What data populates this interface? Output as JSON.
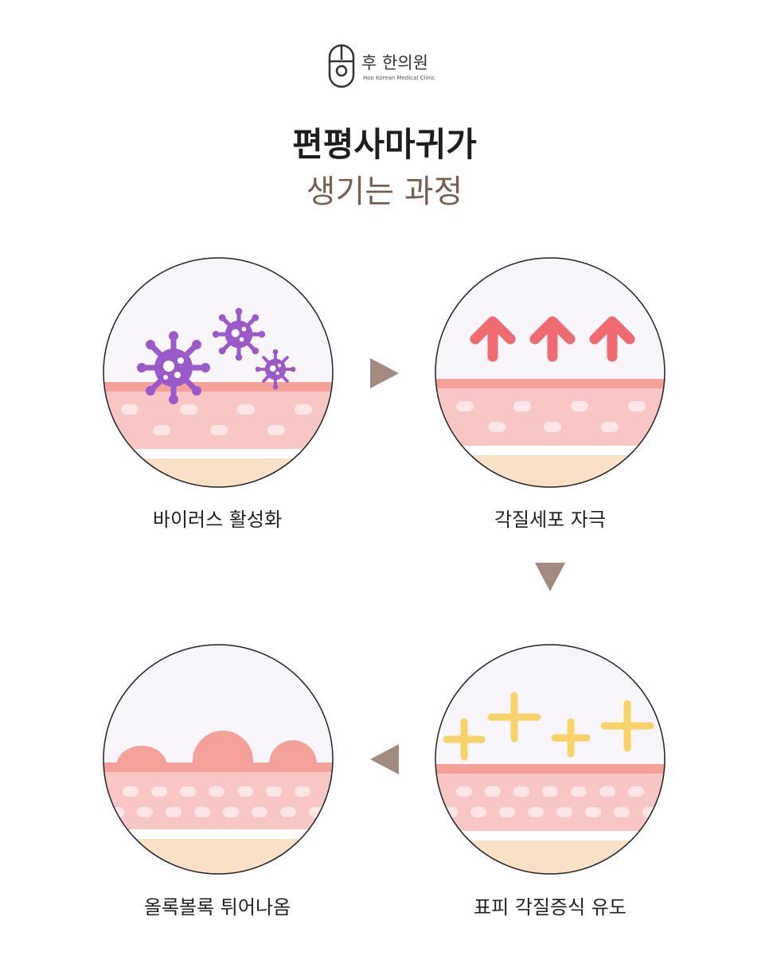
{
  "logo": {
    "name": "후 한의원",
    "subtitle": "Hoo Korean Medical Clinic"
  },
  "title": {
    "line1": "편평사마귀가",
    "line2": "생기는 과정"
  },
  "steps": [
    {
      "label": "바이러스 활성화",
      "icon": "virus-icon"
    },
    {
      "label": "각질세포 자극",
      "icon": "up-arrow-icon"
    },
    {
      "label": "표피 각질증식 유도",
      "icon": "plus-icon"
    },
    {
      "label": "올록볼록 튀어나옴",
      "icon": "bump-icon"
    }
  ],
  "colors": {
    "title_accent": "#7a5f4f",
    "arrow": "#a28a7f",
    "skin_top": "#f4a19a",
    "skin_body": "#f8c6c4",
    "fat_layer": "#fbe0c8",
    "virus": "#9b59c9",
    "up_arrow": "#ee6b72",
    "plus": "#f8d36a"
  }
}
